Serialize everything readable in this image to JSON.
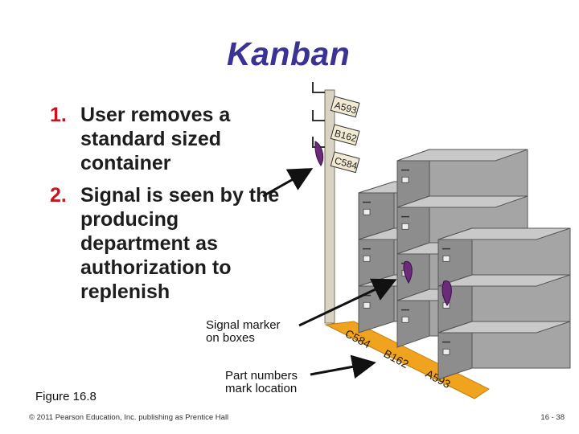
{
  "title": "Kanban",
  "points": [
    {
      "number": "1.",
      "text": "User removes a standard sized container"
    },
    {
      "number": "2.",
      "text": "Signal is seen by the producing department as authorization to replenish"
    }
  ],
  "callouts": {
    "signal_marker": [
      "Signal marker",
      "on boxes"
    ],
    "part_numbers": [
      "Part numbers",
      "mark location"
    ]
  },
  "figure_label": "Figure 16.8",
  "footer": {
    "copyright": "© 2011 Pearson Education, Inc. publishing as Prentice Hall",
    "page": "16 - 38"
  },
  "post_signs": [
    "A593",
    "B162",
    "C584"
  ],
  "floor_labels": [
    "C584",
    "B162",
    "A593"
  ],
  "colors": {
    "title": "#3a3393",
    "number": "#c8141e",
    "cabinet": "#a5a5a5",
    "floor": "#f0a31e",
    "marker": "#6b2a7a"
  }
}
